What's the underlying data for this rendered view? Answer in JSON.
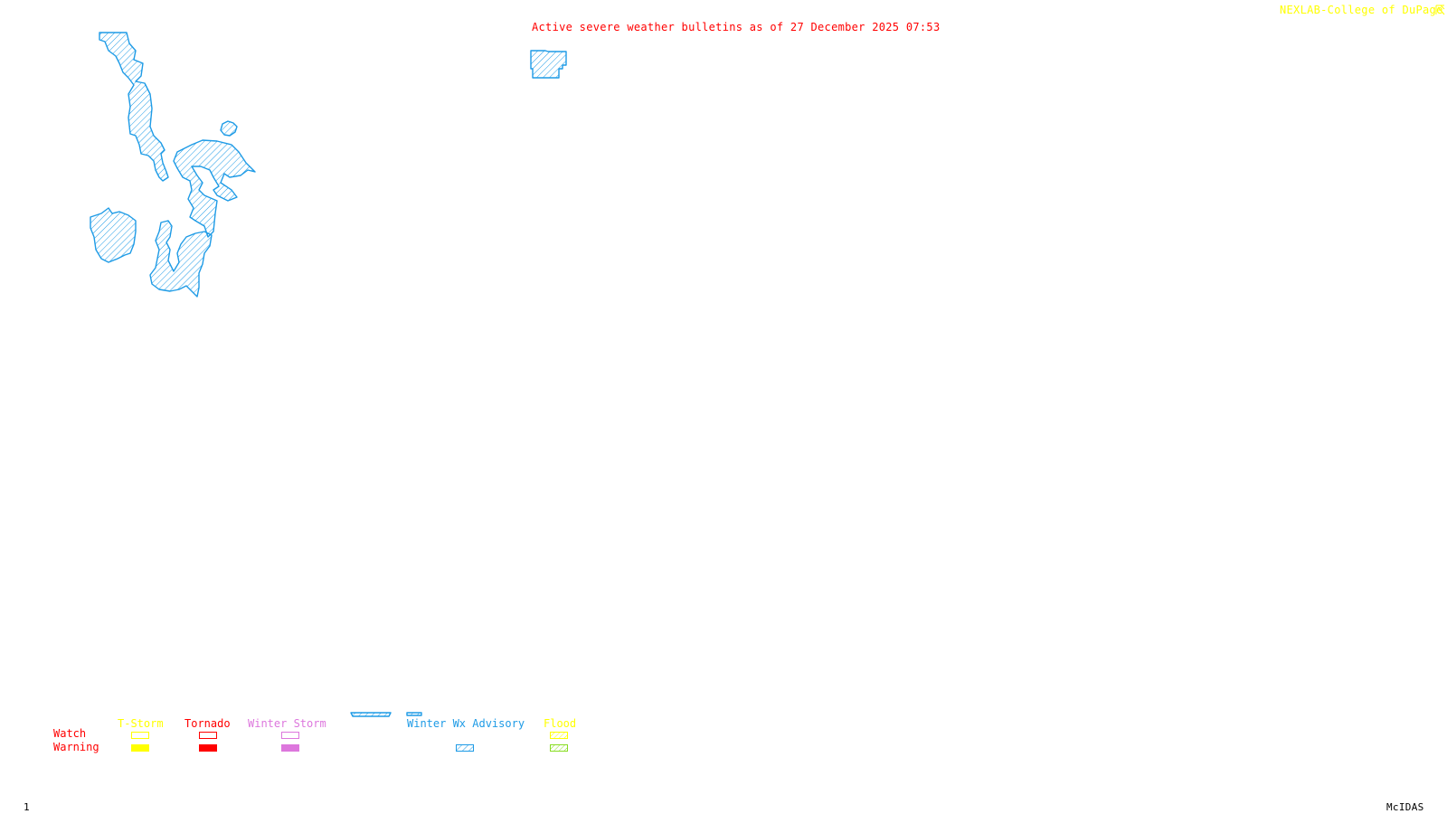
{
  "header": {
    "title": "Active severe weather bulletins as of 27 December 2025 07:53",
    "credit": "NEXLAB-College of DuPage",
    "credit_icon": "corner-logo-icon"
  },
  "footer": {
    "frame_number": "1",
    "software": "McIDAS"
  },
  "colors": {
    "title": "#ff0000",
    "credit": "#ffff00",
    "winter_wx_advisory": "#1e9be6",
    "tstorm": "#ffff00",
    "tornado": "#ff0000",
    "winter_storm": "#dd77dd",
    "flood_watch": "#ffff00",
    "flood_warning": "#88dd22",
    "row_labels": "#ff0000",
    "footer_text": "#000000"
  },
  "legend": {
    "rows": [
      "Watch",
      "Warning"
    ],
    "categories": [
      {
        "label": "T-Storm",
        "watch": "outline",
        "warning": "filled"
      },
      {
        "label": "Tornado",
        "watch": "outline",
        "warning": "filled"
      },
      {
        "label": "Winter Storm",
        "watch": "outline",
        "warning": "filled"
      },
      {
        "label": "Winter Wx Advisory",
        "watch": "none",
        "warning": "hatched"
      },
      {
        "label": "Flood",
        "watch": "hatched",
        "warning": "hatched"
      }
    ]
  },
  "map": {
    "active_bulletin_types": [
      "Winter Wx Advisory"
    ],
    "polygon_count": 7
  }
}
